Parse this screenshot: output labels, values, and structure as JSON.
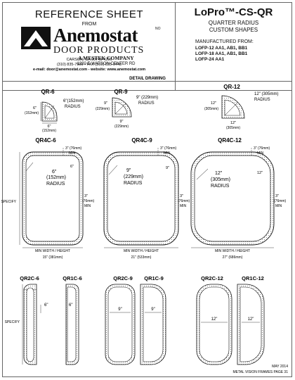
{
  "header": {
    "title": "REFERENCE SHEET",
    "from_label": "FROM",
    "brand": "Anemostat",
    "brand_mark": "NO",
    "door_products": "DOOR PRODUCTS",
    "company": "A MESTEK COMPANY",
    "address1": "1220 E WATSON CENTER RD",
    "address2": "CARSON, CA 90745-4206",
    "phone": "(310) 835-7500 • FAX (310) 835-0448",
    "contact": "e-mail: door@anemostat.com - website: www.anemostat.com"
  },
  "product": {
    "name": "LoPro™-CS-QR",
    "line1": "QUARTER RADIUS",
    "line2": "CUSTOM SHAPES",
    "manufactured_from": "MANUFACTURED FROM:",
    "models": [
      "LOFP-12 AA1, AB1, BB1",
      "LOFP-18 AA1, AB1, BB1",
      "LOFP-24 AA1"
    ]
  },
  "section_title": "DETAIL DRAWING",
  "qr": [
    {
      "name": "QR-6",
      "radius": "6\"(152mm)",
      "radius_word": "RADIUS",
      "side": "6\"",
      "side_mm": "(152mm)",
      "bottom": "6\"",
      "bottom_mm": "(152mm)"
    },
    {
      "name": "QR-9",
      "radius": "9\" (229mm)",
      "radius_word": "RADIUS",
      "side": "9\"",
      "side_mm": "(229mm)",
      "bottom": "9\"",
      "bottom_mm": "(229mm)"
    },
    {
      "name": "QR-12",
      "radius": "12\" (305mm)",
      "radius_word": "RADIUS",
      "side": "12\"",
      "side_mm": "(305mm)",
      "bottom": "12\"",
      "bottom_mm": "(305mm)"
    }
  ],
  "qr4c": [
    {
      "name": "QR4C-6",
      "top_dim": "3\" (76mm)",
      "top_min": "MIN",
      "corner": "6\"",
      "radius": "6\"",
      "radius_mm": "(152mm)",
      "radius_word": "RADIUS",
      "side": "3\"",
      "side_mm": "(76mm)",
      "side_min": "MIN",
      "bottom_label": "MIN WIDTH / HEIGHT",
      "bottom_dim": "15\" (381mm)"
    },
    {
      "name": "QR4C-9",
      "top_dim": "3\" (76mm)",
      "top_min": "MIN",
      "corner": "9\"",
      "radius": "9\"",
      "radius_mm": "(229mm)",
      "radius_word": "RADIUS",
      "side": "3\"",
      "side_mm": "(76mm)",
      "side_min": "MIN",
      "bottom_label": "MIN WIDTH / HEIGHT",
      "bottom_dim": "21\" (533mm)"
    },
    {
      "name": "QR4C-12",
      "top_dim": "3\" (76mm)",
      "top_min": "MIN",
      "corner": "12\"",
      "radius": "12\"",
      "radius_mm": "(305mm)",
      "radius_word": "RADIUS",
      "side": "3\"",
      "side_mm": "(76mm)",
      "side_min": "MIN",
      "bottom_label": "MIN WIDTH / HEIGHT",
      "bottom_dim": "27\" (686mm)"
    }
  ],
  "specify": "SPECIFY",
  "qrc": [
    {
      "name2": "QR2C-6",
      "name1": "QR1C-6",
      "dim": "6\""
    },
    {
      "name2": "QR2C-9",
      "name1": "QR1C-9",
      "dim": "9\""
    },
    {
      "name2": "QR2C-12",
      "name1": "QR1C-12",
      "dim": "12\""
    }
  ],
  "footer": {
    "date": "MAY 2014",
    "page": "METAL VISION FRAMES PAGE 31"
  }
}
